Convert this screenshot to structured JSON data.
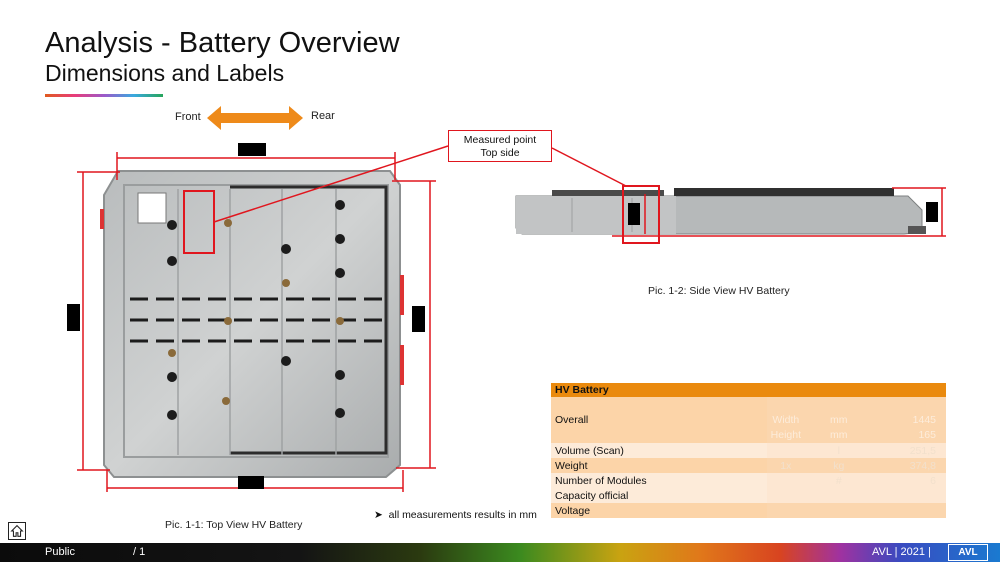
{
  "header": {
    "title": "Analysis - Battery Overview",
    "subtitle": "Dimensions and Labels"
  },
  "orientation": {
    "front_label": "Front",
    "rear_label": "Rear"
  },
  "callout": {
    "line1": "Measured point",
    "line2": "Top side"
  },
  "captions": {
    "top_view": "Pic. 1-1: Top View HV Battery",
    "side_view": "Pic. 1-2: Side View HV Battery"
  },
  "table": {
    "title": "HV Battery",
    "rows": [
      {
        "label": "Overall",
        "sub": [
          "",
          "Width",
          "Height"
        ],
        "units": [
          "",
          "mm",
          "mm"
        ],
        "values": [
          "",
          "1445",
          "165"
        ]
      },
      {
        "label": "Volume (Scan)",
        "qty": "",
        "unit": "l",
        "value": "251,5"
      },
      {
        "label": "Weight",
        "qty": "1x",
        "unit": "kg",
        "value": "374,8"
      },
      {
        "label": "Number of Modules",
        "qty": "",
        "unit": "#",
        "value": "6"
      },
      {
        "label": "Capacity official",
        "qty": "",
        "unit": "",
        "value": ""
      },
      {
        "label": "Voltage",
        "qty": "",
        "unit": "",
        "value": ""
      }
    ]
  },
  "note": "all measurements results in mm",
  "footer": {
    "classification": "Public",
    "page": "/ 1",
    "brand_year": "AVL | 2021 |",
    "logo": "AVL"
  },
  "colors": {
    "accent_orange": "#ea8a0e",
    "dimension_red": "#e0161e",
    "table_row": "#fcd4a8",
    "table_row_alt": "#fdebd9"
  },
  "icons": {
    "home": "home-icon",
    "arrow": "double-arrow-icon"
  }
}
